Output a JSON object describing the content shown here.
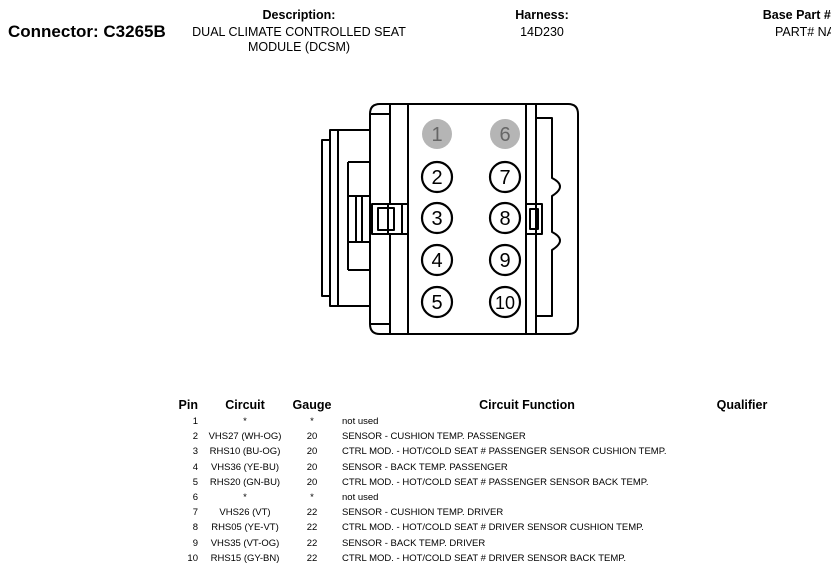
{
  "header": {
    "connector_title": "Connector: C3265B",
    "description_label": "Description:",
    "description_line1": "DUAL CLIMATE CONTROLLED SEAT",
    "description_line2": "MODULE (DCSM)",
    "harness_label": "Harness:",
    "harness_value": "14D230",
    "base_part_label": "Base Part #:",
    "base_part_value": "PART# NA"
  },
  "connector": {
    "pins": [
      {
        "label": "1",
        "used": false
      },
      {
        "label": "2",
        "used": true
      },
      {
        "label": "3",
        "used": true
      },
      {
        "label": "4",
        "used": true
      },
      {
        "label": "5",
        "used": true
      },
      {
        "label": "6",
        "used": false
      },
      {
        "label": "7",
        "used": true
      },
      {
        "label": "8",
        "used": true
      },
      {
        "label": "9",
        "used": true
      },
      {
        "label": "10",
        "used": true
      }
    ],
    "colors": {
      "unused_fill": "#b5b5b5",
      "unused_text": "#666666",
      "stroke": "#000000"
    }
  },
  "table": {
    "headers": {
      "pin": "Pin",
      "circuit": "Circuit",
      "gauge": "Gauge",
      "function": "Circuit Function",
      "qualifier": "Qualifier"
    },
    "rows": [
      {
        "pin": "1",
        "circuit": "*",
        "gauge": "*",
        "function": "not used",
        "qualifier": ""
      },
      {
        "pin": "2",
        "circuit": "VHS27 (WH-OG)",
        "gauge": "20",
        "function": "SENSOR - CUSHION TEMP. PASSENGER",
        "qualifier": ""
      },
      {
        "pin": "3",
        "circuit": "RHS10 (BU-OG)",
        "gauge": "20",
        "function": "CTRL MOD. - HOT/COLD SEAT # PASSENGER SENSOR CUSHION TEMP.",
        "qualifier": ""
      },
      {
        "pin": "4",
        "circuit": "VHS36 (YE-BU)",
        "gauge": "20",
        "function": "SENSOR - BACK TEMP. PASSENGER",
        "qualifier": ""
      },
      {
        "pin": "5",
        "circuit": "RHS20 (GN-BU)",
        "gauge": "20",
        "function": "CTRL MOD. - HOT/COLD SEAT # PASSENGER SENSOR BACK TEMP.",
        "qualifier": ""
      },
      {
        "pin": "6",
        "circuit": "*",
        "gauge": "*",
        "function": "not used",
        "qualifier": ""
      },
      {
        "pin": "7",
        "circuit": "VHS26 (VT)",
        "gauge": "22",
        "function": "SENSOR - CUSHION TEMP. DRIVER",
        "qualifier": ""
      },
      {
        "pin": "8",
        "circuit": "RHS05 (YE-VT)",
        "gauge": "22",
        "function": "CTRL MOD. - HOT/COLD SEAT # DRIVER SENSOR CUSHION TEMP.",
        "qualifier": ""
      },
      {
        "pin": "9",
        "circuit": "VHS35 (VT-OG)",
        "gauge": "22",
        "function": "SENSOR - BACK TEMP. DRIVER",
        "qualifier": ""
      },
      {
        "pin": "10",
        "circuit": "RHS15 (GY-BN)",
        "gauge": "22",
        "function": "CTRL MOD. - HOT/COLD SEAT # DRIVER SENSOR BACK TEMP.",
        "qualifier": ""
      }
    ]
  }
}
